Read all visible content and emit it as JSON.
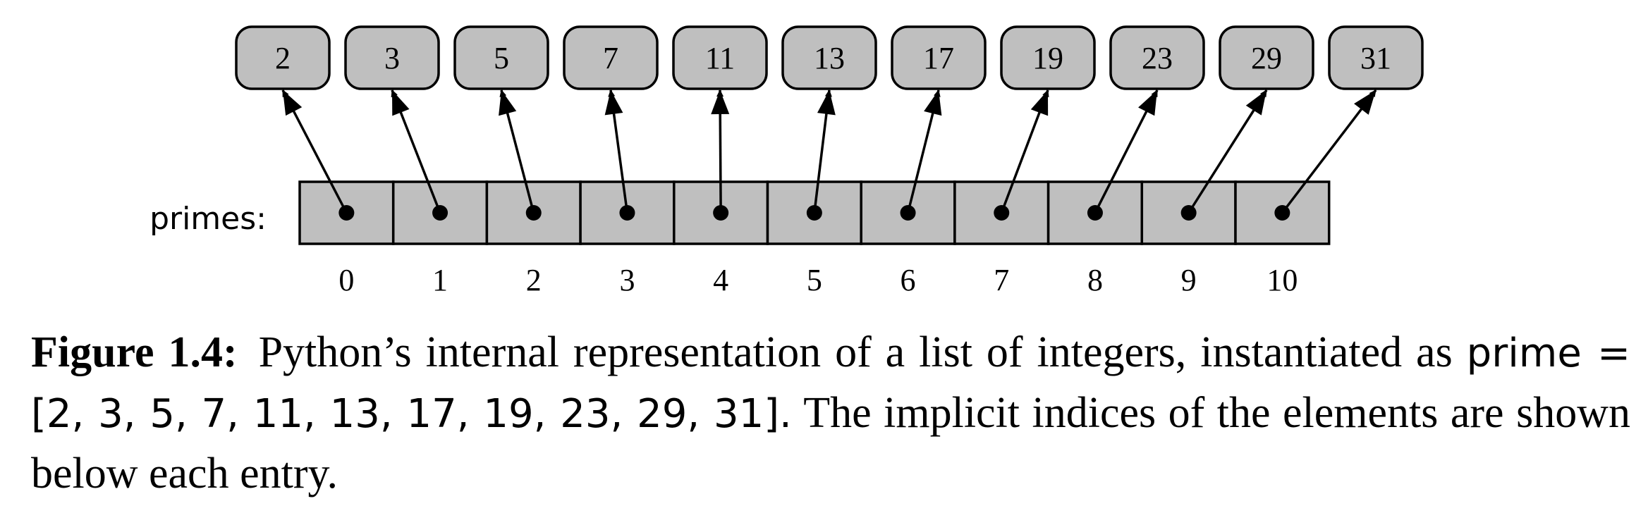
{
  "diagram": {
    "variable_name": "primes:",
    "values": [
      "2",
      "3",
      "5",
      "7",
      "11",
      "13",
      "17",
      "19",
      "23",
      "29",
      "31"
    ],
    "indices": [
      "0",
      "1",
      "2",
      "3",
      "4",
      "5",
      "6",
      "7",
      "8",
      "9",
      "10"
    ],
    "colors": {
      "fill": "#bfbfbf",
      "stroke": "#000000"
    }
  },
  "caption": {
    "label": "Figure 1.4:",
    "text1": "Python’s internal representation of a list of integers, instantiated as",
    "code": "prime = [2, 3, 5, 7, 11, 13, 17, 19, 23, 29, 31].",
    "text2": "The implicit indices of the elements are shown below each entry."
  }
}
